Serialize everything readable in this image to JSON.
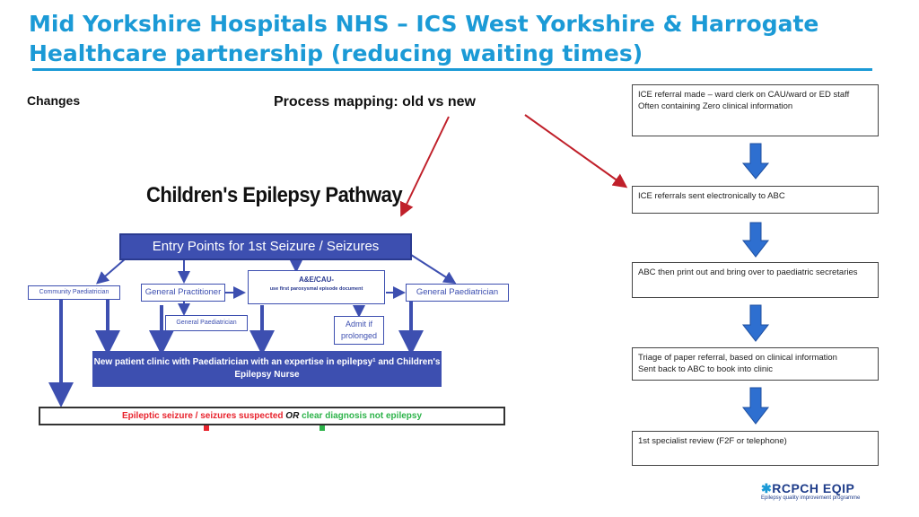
{
  "header": {
    "title": "Mid Yorkshire Hospitals NHS – ICS West Yorkshire & Harrogate Healthcare partnership (reducing waiting times)"
  },
  "labels": {
    "changes": "Changes",
    "process_mapping": "Process mapping: old vs new"
  },
  "pathway": {
    "title": "Children's Epilepsy Pathway",
    "entry_points": "Entry Points for 1st Seizure / Seizures",
    "community_paediatrician": "Community Paediatrician",
    "general_practitioner": "General Practitioner",
    "ae_cau": "A&E/CAU-",
    "ae_cau_note": "use first paroxysmal episode document",
    "general_paediatrician": "General Paediatrician",
    "general_paediatrician_small": "General Paediatrician",
    "admit_if_prolonged": "Admit if prolonged",
    "new_patient_clinic": "New  patient clinic with Paediatrician with an expertise in epilepsy¹ and Children's Epilepsy Nurse",
    "result_suspected": "Epileptic seizure / seizures suspected",
    "result_or": "OR",
    "result_not_epilepsy": "clear diagnosis not epilepsy"
  },
  "new_process": {
    "steps": [
      "ICE referral made – ward clerk on CAU/ward or ED staff\nOften containing Zero clinical information",
      "ICE referrals sent electronically to ABC",
      "ABC then print out and bring over to paediatric secretaries",
      "Triage of paper referral, based on clinical information\nSent back to ABC to book into clinic",
      "1st specialist review (F2F or telephone)"
    ]
  },
  "logo": {
    "name": "RCPCH EQIP",
    "tagline": "Epilepsy quality improvement programme"
  },
  "colors": {
    "title_blue": "#1b9ad6",
    "pathway_blue": "#3d4fb0",
    "arrow_blue": "#2e6fd0",
    "annotation_red": "#c0202a"
  }
}
